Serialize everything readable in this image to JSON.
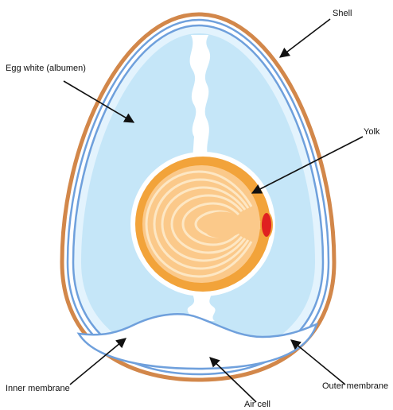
{
  "labels": {
    "shell": "Shell",
    "egg_white": "Egg white (albumen)",
    "yolk": "Yolk",
    "inner_membrane": "Inner membrane",
    "outer_membrane": "Outer membrane",
    "air_cell": "Air cell"
  },
  "colors": {
    "shell": "#d2874a",
    "membrane_blue": "#6fa0dc",
    "albumen_light": "#e3f3fd",
    "albumen": "#c5e6f8",
    "yolk_outer": "#f2a33a",
    "yolk_inner": "#fbc98a",
    "yolk_rings": "#fde7c4",
    "germinal_disc": "#e02020",
    "arrow": "#111111"
  }
}
